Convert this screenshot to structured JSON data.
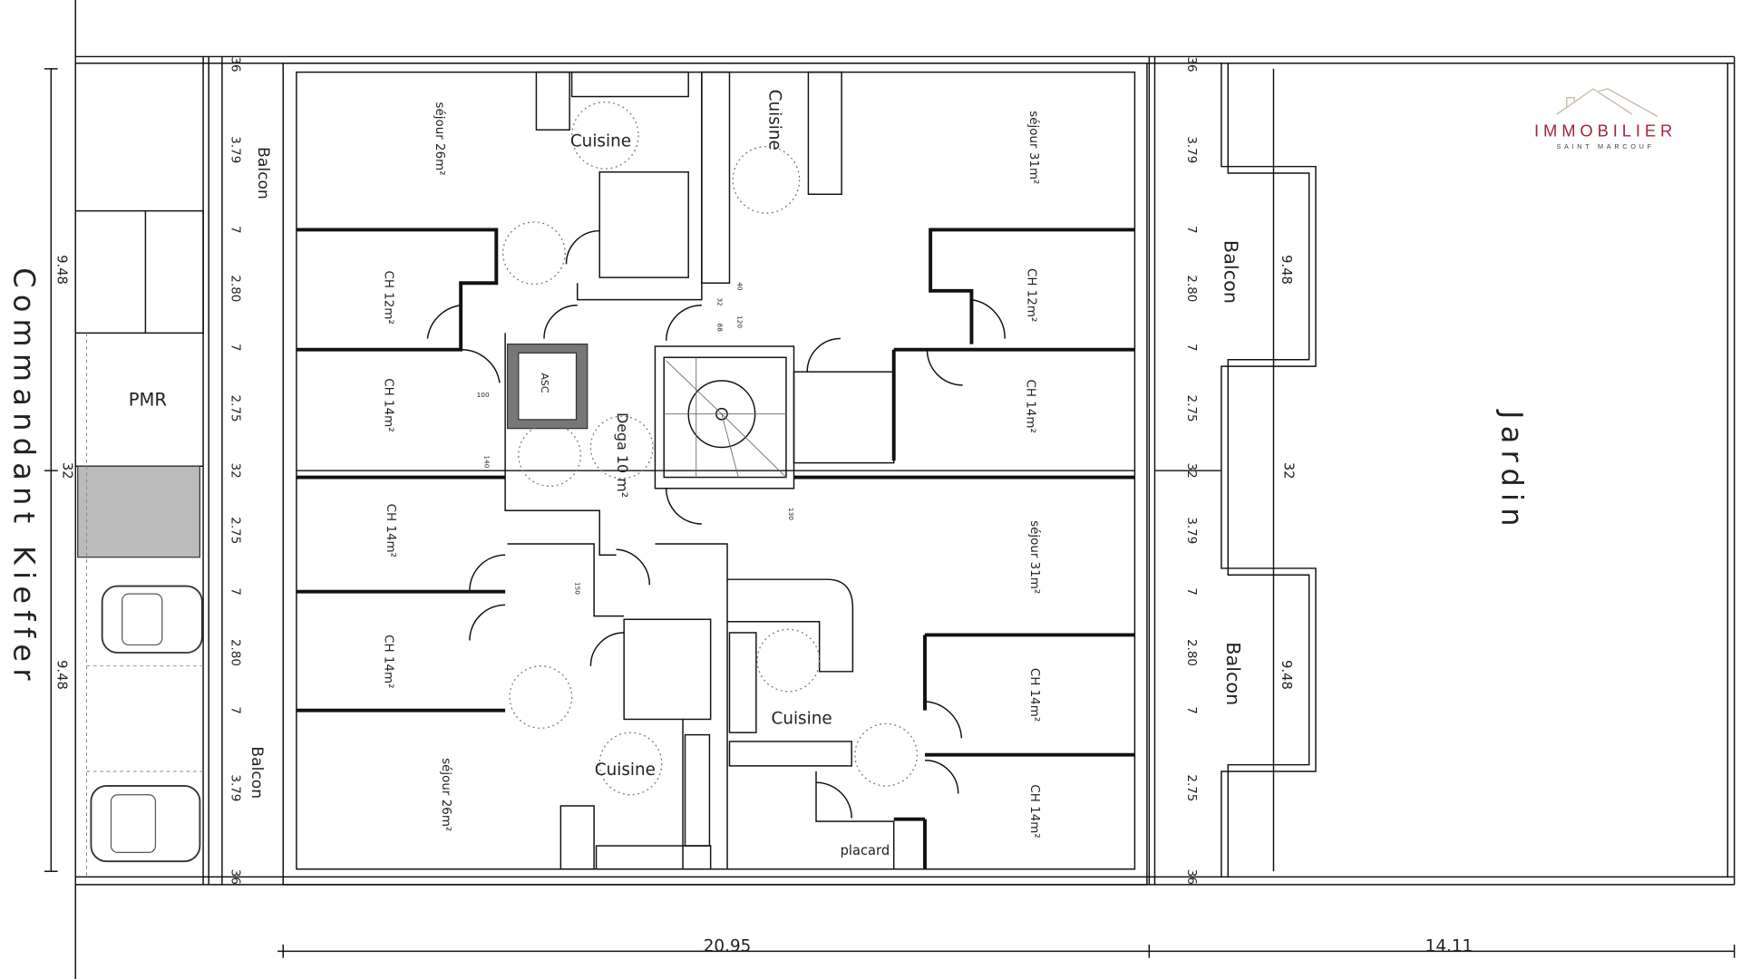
{
  "logo": {
    "name": "IMMOBILIER",
    "subtitle": "SAINT MARCOUF",
    "brand_color": "#a4243b",
    "roof_color": "#c9bfb0"
  },
  "street": "Commandant Kieffer",
  "garden": "Jardin",
  "rooms": [
    "séjour 26m²",
    "Cuisine",
    "Cuisine",
    "séjour 31m²",
    "CH 12m²",
    "CH 12m²",
    "CH 14m²",
    "CH 14m²",
    "ASC",
    "Dega 10 m²",
    "CH 14m²",
    "séjour 31m²",
    "CH 14m²",
    "Cuisine",
    "CH 14m²",
    "Cuisine",
    "CH 14m²",
    "séjour 26m²",
    "placard",
    "PMR",
    "Balcon",
    "Balcon",
    "Balcon",
    "Balcon"
  ],
  "dimensions": {
    "left_column": [
      "36",
      "3.79",
      "7",
      "2.80",
      "7",
      "2.75",
      "32",
      "2.75",
      "7",
      "2.80",
      "7",
      "3.79",
      "36"
    ],
    "right_column": [
      "36",
      "3.79",
      "7",
      "2.80",
      "7",
      "2.75",
      "32",
      "3.79",
      "7",
      "2.80",
      "7",
      "2.75",
      "36"
    ],
    "left_totals": [
      "9.48",
      "32",
      "9.48"
    ],
    "right_totals": [
      "9.48",
      "32",
      "9.48"
    ],
    "interior": [
      "100",
      "140",
      "150",
      "40",
      "32",
      "88",
      "120",
      "130"
    ],
    "bottom": [
      "20.95",
      "14.11"
    ]
  }
}
